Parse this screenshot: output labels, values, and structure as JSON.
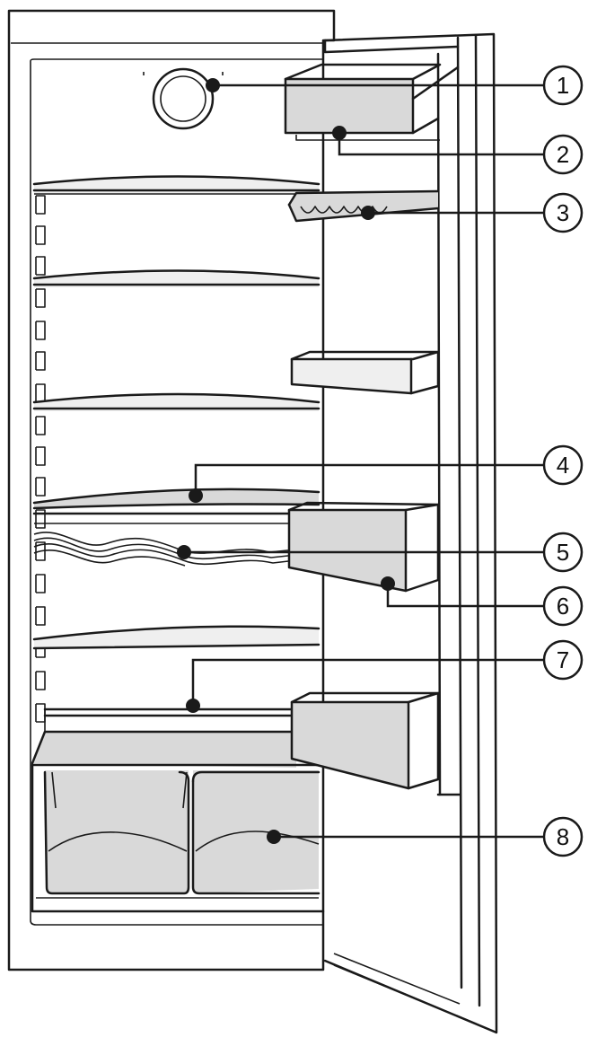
{
  "colors": {
    "line": "#1a1a1a",
    "fill_grey": "#d9d9d9",
    "fill_light": "#efefef",
    "background": "#ffffff"
  },
  "callouts": [
    {
      "label": "1"
    },
    {
      "label": "2"
    },
    {
      "label": "3"
    },
    {
      "label": "4"
    },
    {
      "label": "5"
    },
    {
      "label": "6"
    },
    {
      "label": "7"
    },
    {
      "label": "8"
    }
  ]
}
